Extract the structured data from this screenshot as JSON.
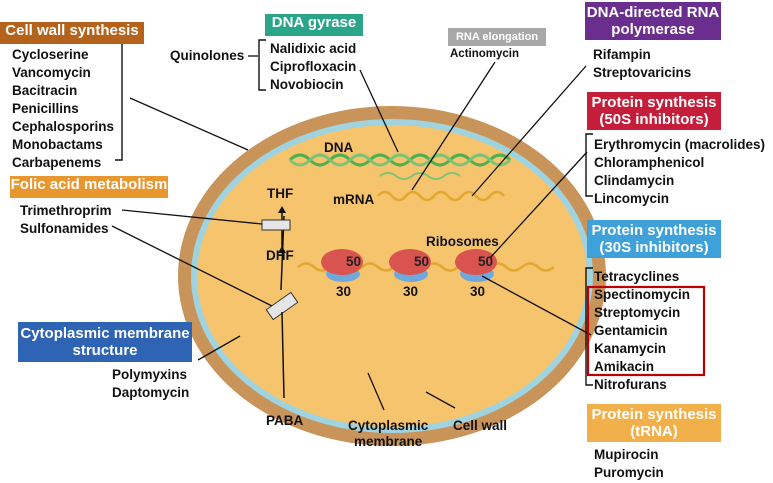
{
  "colors": {
    "cell_wall": "#C8945A",
    "membrane": "#9FD3E0",
    "cytoplasm": "#F7C46E",
    "cell_wall_box": "#B5621C",
    "dna_gyrase_box": "#2BA58A",
    "rna_elong_box": "#A8A8A8",
    "dna_rna_poly_box": "#6A2F8E",
    "p50s_box": "#C41E3A",
    "p30s_box": "#3FA1DA",
    "ptrna_box": "#F2B04A",
    "folic_box": "#E8962E",
    "cyto_mem_box": "#2F63B3",
    "ribosome_large": "#D9534F",
    "ribosome_small": "#6FA8DC",
    "dna_strand": "#4CAF50",
    "mrna_strand": "#E2A82E",
    "highlight": "#C00000"
  },
  "cell": {
    "dna": "DNA",
    "mrna": "mRNA",
    "thf": "THF",
    "dhf": "DHF",
    "ribosomes": "Ribosomes",
    "ribosome_large": [
      "50",
      "50",
      "50"
    ],
    "ribosome_small": [
      "30",
      "30",
      "30"
    ],
    "paba": "PABA",
    "cyto_membrane": "Cytoplasmic\nmembrane",
    "cell_wall": "Cell wall"
  },
  "groups": {
    "cell_wall_synthesis": {
      "title": "Cell wall synthesis",
      "drugs": [
        "Cycloserine",
        "Vancomycin",
        "Bacitracin",
        "Penicillins",
        "Cephalosporins",
        "Monobactams",
        "Carbapenems"
      ]
    },
    "dna_gyrase": {
      "title": "DNA gyrase",
      "drugs": [
        "Nalidixic acid",
        "Ciprofloxacin",
        "Novobiocin"
      ],
      "class_label": "Quinolones"
    },
    "rna_elongation": {
      "title": "RNA elongation",
      "drugs": [
        "Actinomycin"
      ]
    },
    "dna_rna_polymerase": {
      "title": "DNA-directed RNA\npolymerase",
      "drugs": [
        "Rifampin",
        "Streptovaricins"
      ]
    },
    "protein_50s": {
      "title": "Protein synthesis\n(50S inhibitors)",
      "drugs": [
        "Erythromycin (macrolides)",
        "Chloramphenicol",
        "Clindamycin",
        "Lincomycin"
      ]
    },
    "protein_30s": {
      "title": "Protein synthesis\n(30S inhibitors)",
      "drugs": [
        "Tetracyclines",
        "Spectinomycin",
        "Streptomycin",
        "Gentamicin",
        "Kanamycin",
        "Amikacin",
        "Nitrofurans"
      ]
    },
    "protein_trna": {
      "title": "Protein synthesis\n(tRNA)",
      "drugs": [
        "Mupirocin",
        "Puromycin"
      ]
    },
    "folic_acid": {
      "title": "Folic acid metabolism",
      "drugs": [
        "Trimethroprim",
        "Sulfonamides"
      ]
    },
    "cyto_membrane": {
      "title": "Cytoplasmic membrane\nstructure",
      "drugs": [
        "Polymyxins",
        "Daptomycin"
      ]
    }
  }
}
